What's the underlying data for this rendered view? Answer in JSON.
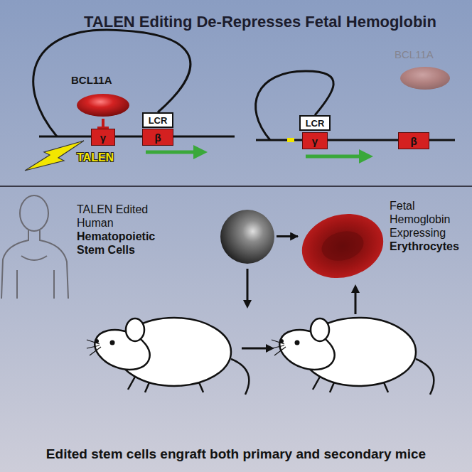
{
  "diagram": {
    "title": "TALEN Editing De-Represses Fetal Hemoglobin",
    "caption": "Edited stem cells engraft both primary and secondary mice",
    "nodes": [
      {
        "text": [
          "BCL11A"
        ]
      },
      {
        "text": [
          "LCR"
        ]
      },
      {
        "text": [
          "γ"
        ]
      },
      {
        "text": [
          "β"
        ]
      },
      {
        "text": [
          "BCL11A"
        ]
      },
      {
        "text": [
          "LCR"
        ]
      },
      {
        "text": [
          "γ"
        ]
      },
      {
        "text": [
          "β"
        ]
      },
      {
        "text": [
          "TALEN Edited Human",
          "Hematopoietic Stem Cells"
        ]
      },
      {
        "text": [
          "Fetal Hemoglobin Expressing",
          "Erythrocytes"
        ]
      }
    ],
    "edges": [
      {
        "from": 0,
        "to": 2,
        "arrow": "to"
      },
      {
        "from": 8,
        "to": 9,
        "arrow": "to"
      }
    ],
    "labels": [
      "TALEN"
    ]
  }
}
